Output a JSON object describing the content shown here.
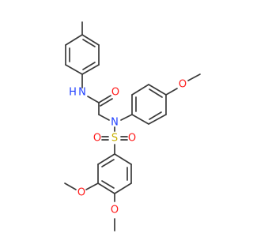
{
  "atoms": [
    {
      "id": "N_amide",
      "label": "N",
      "color": "#1f3fff"
    },
    {
      "id": "H_amide",
      "label": "H",
      "color": "#1f3fff"
    },
    {
      "id": "O_carbonyl",
      "label": "O",
      "color": "#ff1a1a"
    },
    {
      "id": "N_amine",
      "label": "N",
      "color": "#1f3fff"
    },
    {
      "id": "O_methoxy_para",
      "label": "O",
      "color": "#ff1a1a"
    },
    {
      "id": "S",
      "label": "S",
      "color": "#c8b000"
    },
    {
      "id": "O_sulfonyl_left",
      "label": "O",
      "color": "#ff1a1a"
    },
    {
      "id": "O_sulfonyl_right",
      "label": "O",
      "color": "#ff1a1a"
    },
    {
      "id": "O_methoxy_3",
      "label": "O",
      "color": "#ff1a1a"
    },
    {
      "id": "O_methoxy_4",
      "label": "O",
      "color": "#ff1a1a"
    }
  ]
}
